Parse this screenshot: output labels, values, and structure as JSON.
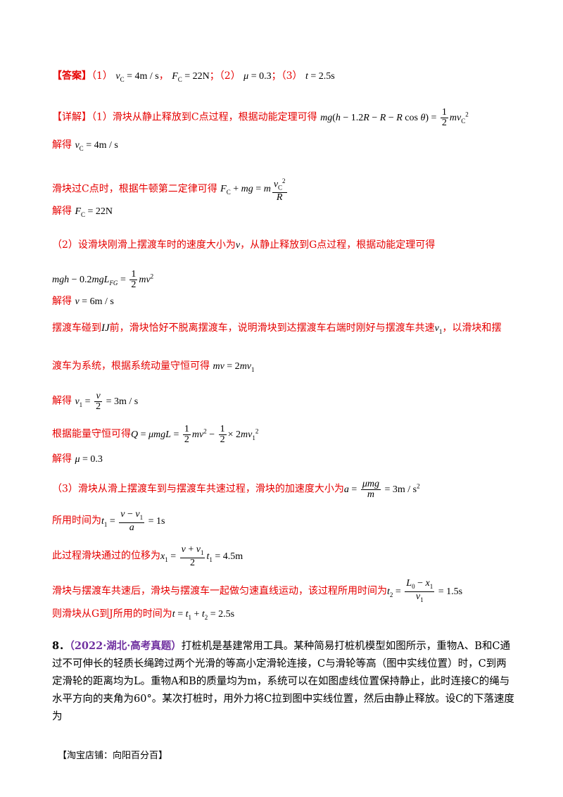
{
  "answer": {
    "tag": "【答案】",
    "p1": "（1）",
    "vc": "v<sub>C</sub> = 4m / s",
    "sep1": "，",
    "fc": "F<sub>C</sub> = 22N",
    "sep2": "；（2）",
    "mu": "μ = 0.3",
    "sep3": "；（3）",
    "t": "t = 2.5s"
  },
  "lines": [
    {
      "id": "l1a",
      "text": "【详解】（1）滑块从静止释放到C点过程，根据动能定理可得"
    },
    {
      "id": "l2a",
      "text": "解得"
    },
    {
      "id": "l3a",
      "text": "滑块过C点时，根据牛顿第二定律可得"
    },
    {
      "id": "l4a",
      "text": "解得"
    },
    {
      "id": "l5a",
      "text": "（2）设滑块刚滑上摆渡车时的速度大小为"
    },
    {
      "id": "l5b",
      "text": "，从静止释放到G点过程，根据动能定理可得"
    },
    {
      "id": "l7a",
      "text": "解得"
    },
    {
      "id": "l8a",
      "text": "摆渡车碰到"
    },
    {
      "id": "l8b",
      "text": "前，滑块恰好不脱离摆渡车，说明滑块到达摆渡车右端时刚好与摆渡车共速"
    },
    {
      "id": "l8c",
      "text": "，以滑块和摆"
    },
    {
      "id": "l9a",
      "text": "渡车为系统，根据系统动量守恒可得"
    },
    {
      "id": "l10a",
      "text": "解得"
    },
    {
      "id": "l11a",
      "text": "根据能量守恒可得"
    },
    {
      "id": "l12a",
      "text": "解得"
    },
    {
      "id": "l13a",
      "text": "（3）滑块从滑上摆渡车到与摆渡车共速过程，滑块的加速度大小为"
    },
    {
      "id": "l14a",
      "text": "所用时间为"
    },
    {
      "id": "l15a",
      "text": "此过程滑块通过的位移为"
    },
    {
      "id": "l16a",
      "text": "滑块与摆渡车共速后，滑块与摆渡车一起做匀速直线运动，该过程所用时间为"
    },
    {
      "id": "l17a",
      "text": "则滑块从G到J所用的时间为"
    }
  ],
  "problem": {
    "number": "8．",
    "source": "（2022·湖北·高考真题）",
    "text": "打桩机是基建常用工具。某种简易打桩机模型如图所示，重物A、B和C通过不可伸长的轻质长绳跨过两个光滑的等高小定滑轮连接，C与滑轮等高（图中实线位置）时，C到两定滑轮的距离均为L。重物A和B的质量均为m，系统可以在如图虚线位置保持静止，此时连接C的绳与水平方向的夹角为60°。某次打桩时，用外力将C拉到图中实线位置，然后由静止释放。设C的下落速度为"
  },
  "footer": "【淘宝店铺：向阳百分百】"
}
